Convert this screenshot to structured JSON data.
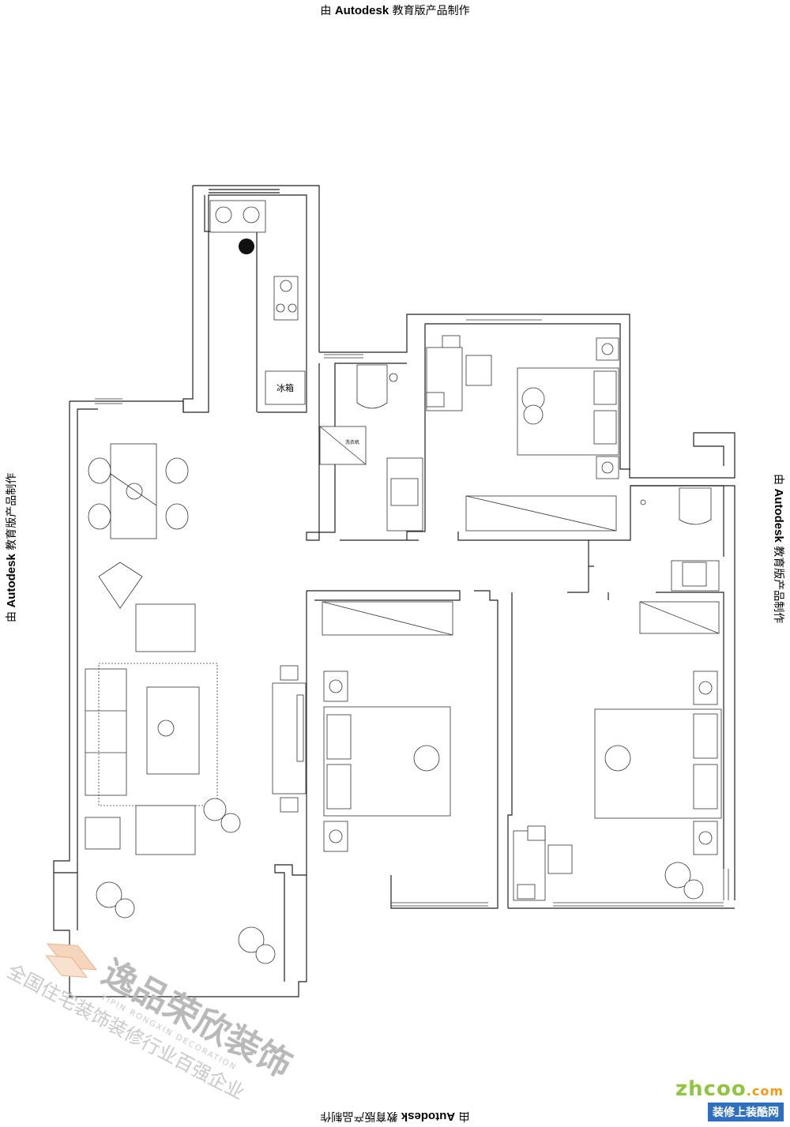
{
  "watermarks": {
    "prefix": "由",
    "brand": "Autodesk",
    "suffix": "教育版产品制作"
  },
  "labels": {
    "fridge": "冰箱",
    "washer": "洗衣机"
  },
  "company": {
    "name": "逸品荣欣装饰",
    "pinyin": "YIPIN RONGXIN DECORATION",
    "slogan": "全国住宅装饰装修行业百强企业"
  },
  "site": {
    "domain": "zhcoo",
    "domain_suffix": ".com",
    "slogan": "装修上装酷网"
  },
  "colors": {
    "line": "#222222",
    "watermark": "#c9c9c9",
    "site_green": "#8ec63f",
    "site_blue": "#2e6fbf"
  }
}
